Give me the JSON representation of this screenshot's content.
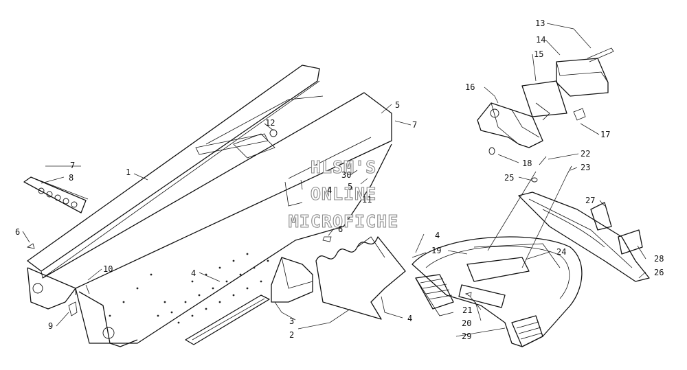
{
  "watermark": [
    "HLSM'S",
    "ONLINE",
    "MICROFICHE"
  ],
  "callouts": [
    "1",
    "2",
    "3",
    "4",
    "4",
    "4",
    "4",
    "5",
    "5",
    "6",
    "6",
    "7",
    "7",
    "8",
    "9",
    "10",
    "11",
    "12",
    "13",
    "14",
    "15",
    "16",
    "17",
    "18",
    "19",
    "20",
    "21",
    "22",
    "23",
    "24",
    "25",
    "26",
    "27",
    "28",
    "29",
    "30"
  ]
}
